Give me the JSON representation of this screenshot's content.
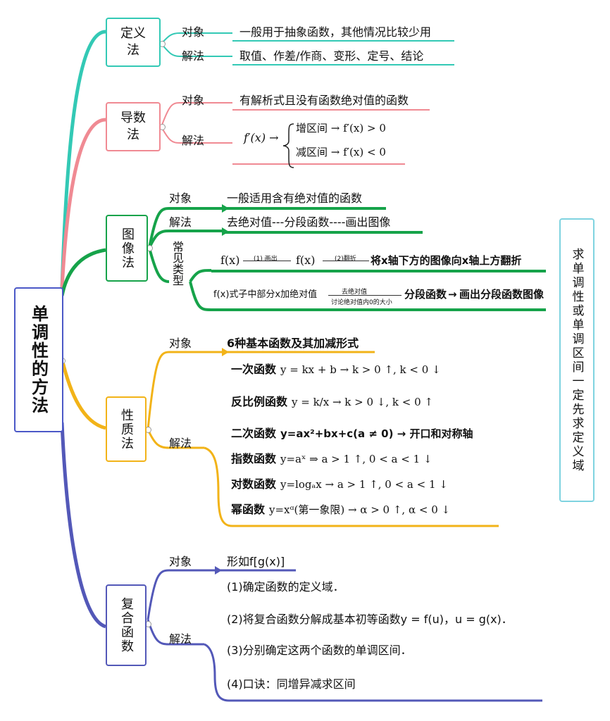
{
  "root": {
    "title": "单调性的方法"
  },
  "side_note": "求单调性或单调区间一定先求定义域",
  "colors": {
    "root": "#4b58c7",
    "def": "#33c9b5",
    "deriv": "#f08a93",
    "graph": "#16a34a",
    "prop": "#f2b318",
    "comp": "#5358b8",
    "note_border": "#7fd3e0"
  },
  "branches": {
    "definition": {
      "name": "定义法",
      "object_label": "对象",
      "object_text": "一般用于抽象函数，其他情况比较少用",
      "method_label": "解法",
      "method_text": "取值、作差/作商、变形、定号、结论"
    },
    "derivative": {
      "name": "导数法",
      "object_label": "对象",
      "object_text": "有解析式且没有函数绝对值的函数",
      "method_label": "解法",
      "lhs": "f′(x) →",
      "line1": "增区间 → f′(x) > 0",
      "line2": "减区间 → f′(x) < 0"
    },
    "graph": {
      "name": "图像法",
      "object_label": "对象",
      "object_text": "一般适用含有绝对值的函数",
      "method_label": "解法",
      "method_text": "去绝对值---分段函数----画出图像",
      "common_label": "常见类型",
      "type1_a": "f(x)",
      "type1_step1": "(1) 画出",
      "type1_b": "f(x)",
      "type1_step2": "(2)翻折",
      "type1_c": "将x轴下方的图像向x轴上方翻折",
      "type2_a": "f(x)式子中部分x加绝对值",
      "type2_top": "去绝对值",
      "type2_bottom": "讨论绝对值内0的大小",
      "type2_b": "分段函数",
      "type2_c": "画出分段函数图像"
    },
    "property": {
      "name": "性质法",
      "object_label": "对象",
      "object_text": "6种基本函数及其加减形式",
      "method_label": "解法",
      "items": [
        {
          "name": "一次函数",
          "expr": "y = kx + b → k > 0 ↑, k < 0 ↓"
        },
        {
          "name": "反比例函数",
          "expr": "y = k/x → k > 0 ↓, k < 0 ↑"
        },
        {
          "name": "二次函数",
          "expr": "y=ax²+bx+c(a ≠ 0) → 开口和对称轴"
        },
        {
          "name": "指数函数",
          "expr": "y=aˣ ⇒ a > 1 ↑, 0 < a < 1 ↓"
        },
        {
          "name": "对数函数",
          "expr": "y=logₐx → a > 1 ↑, 0 < a < 1 ↓"
        },
        {
          "name": "幂函数",
          "expr": "y=xᵅ(第一象限) → α > 0 ↑, α < 0 ↓"
        }
      ]
    },
    "composite": {
      "name": "复合函数",
      "object_label": "对象",
      "object_text": "形如f[g(x)]",
      "method_label": "解法",
      "steps": [
        "(1)确定函数的定义域．",
        "(2)将复合函数分解成基本初等函数y = f(u)，u = g(x)．",
        "(3)分别确定这两个函数的单调区间．",
        "(4)口诀：同增异减求区间"
      ]
    }
  }
}
